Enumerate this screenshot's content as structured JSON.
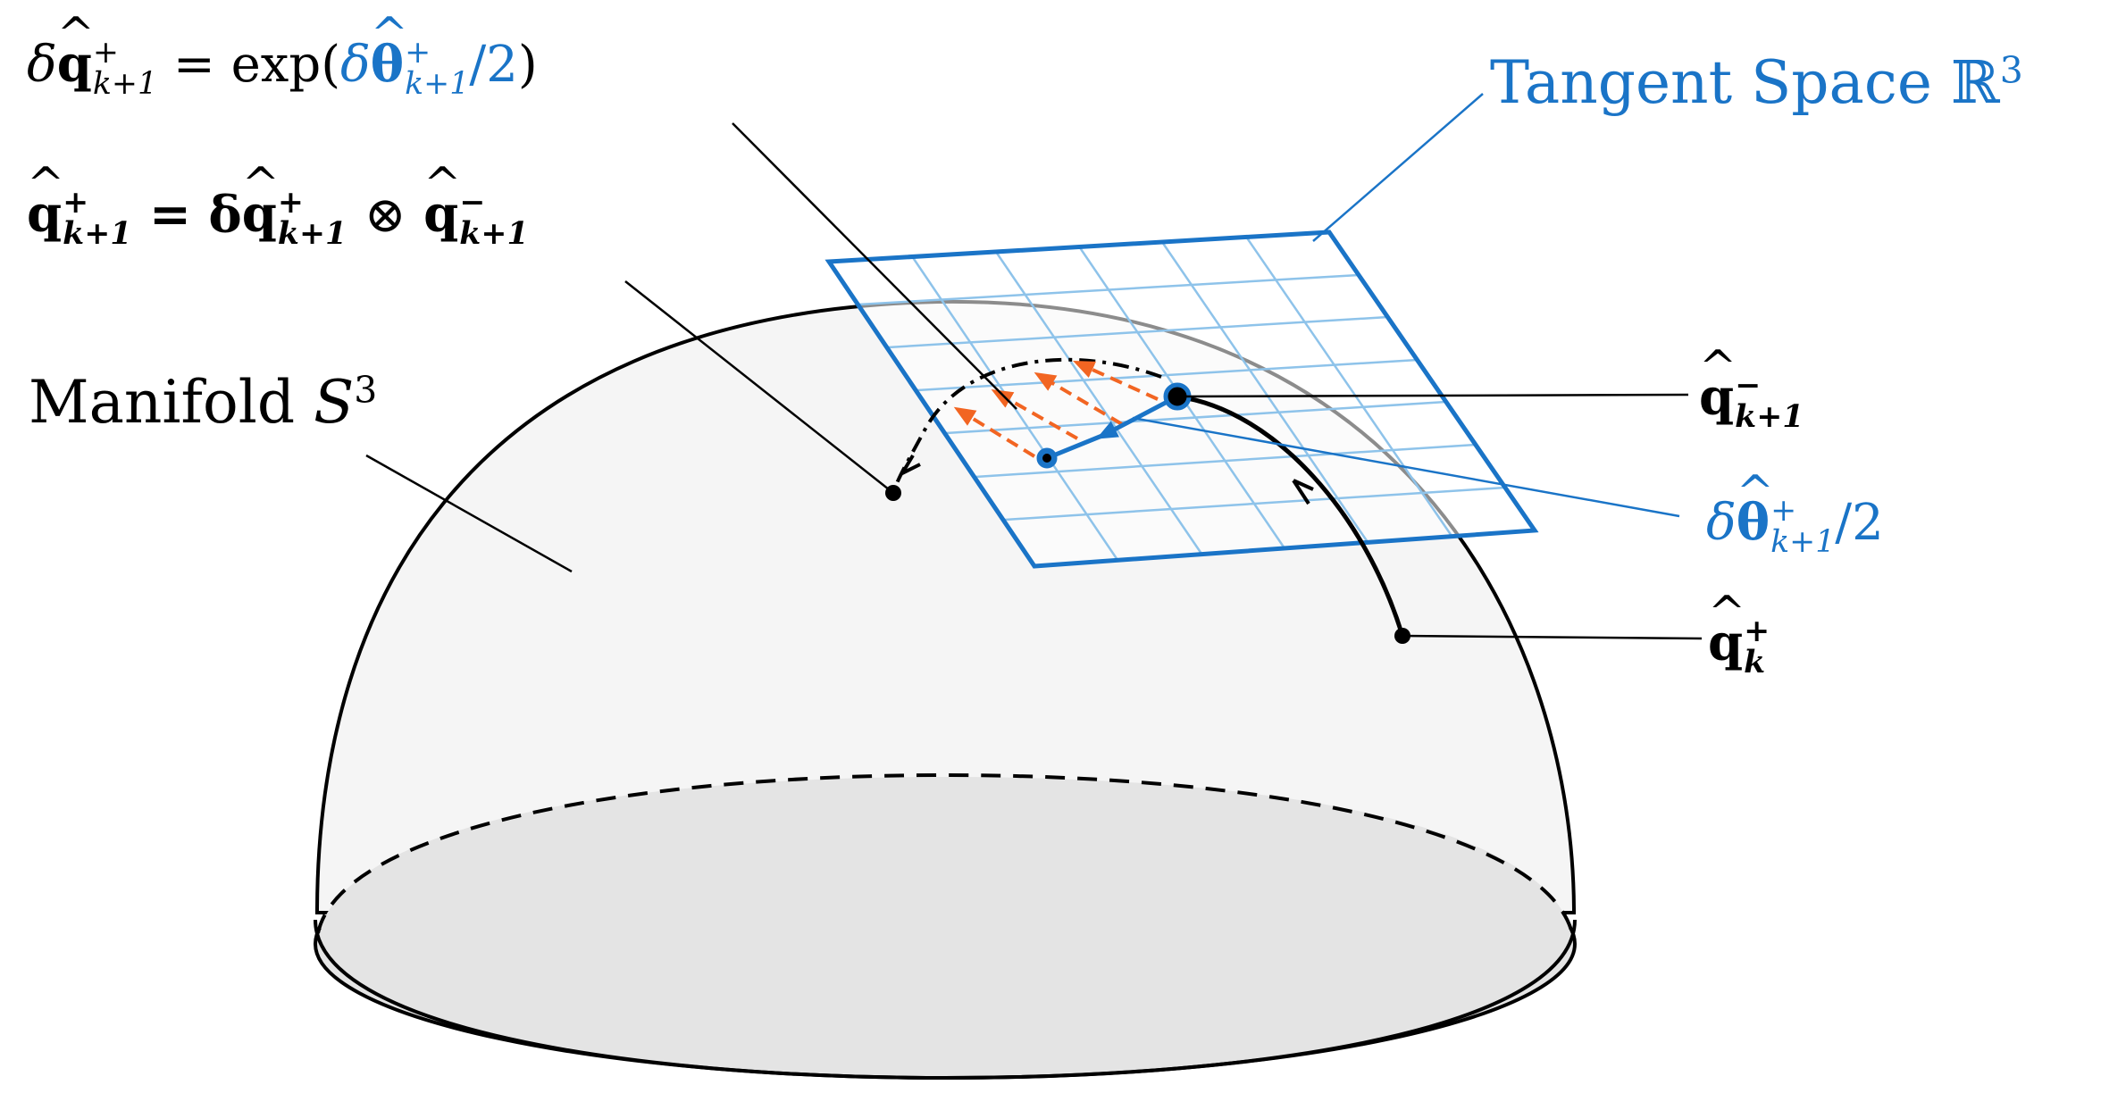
{
  "colors": {
    "accent_blue": "#1a74c7",
    "arrow_orange": "#f26522",
    "hemisphere_fill": "#f5f5f5",
    "base_fill": "#e4e4e4",
    "grid_light": "#8ec3ea"
  },
  "labels": {
    "manifold": "Manifold",
    "manifold_symbol": "S",
    "manifold_exp": "3",
    "tangent_space": "Tangent Space",
    "tangent_symbol": "ℝ",
    "tangent_exp": "3"
  },
  "equations": {
    "eq1_delta": "δ",
    "eq1_q": "q",
    "eq1_equals": "= exp(",
    "eq1_theta": "θ",
    "eq1_half": "/2)",
    "eq2_q": "q",
    "eq2_equals": "= δ",
    "eq2_otimes": "⊗",
    "sub_k1": "k+1",
    "sub_k": "k",
    "sup_plus": "+",
    "sup_minus": "−",
    "half": "/2"
  }
}
